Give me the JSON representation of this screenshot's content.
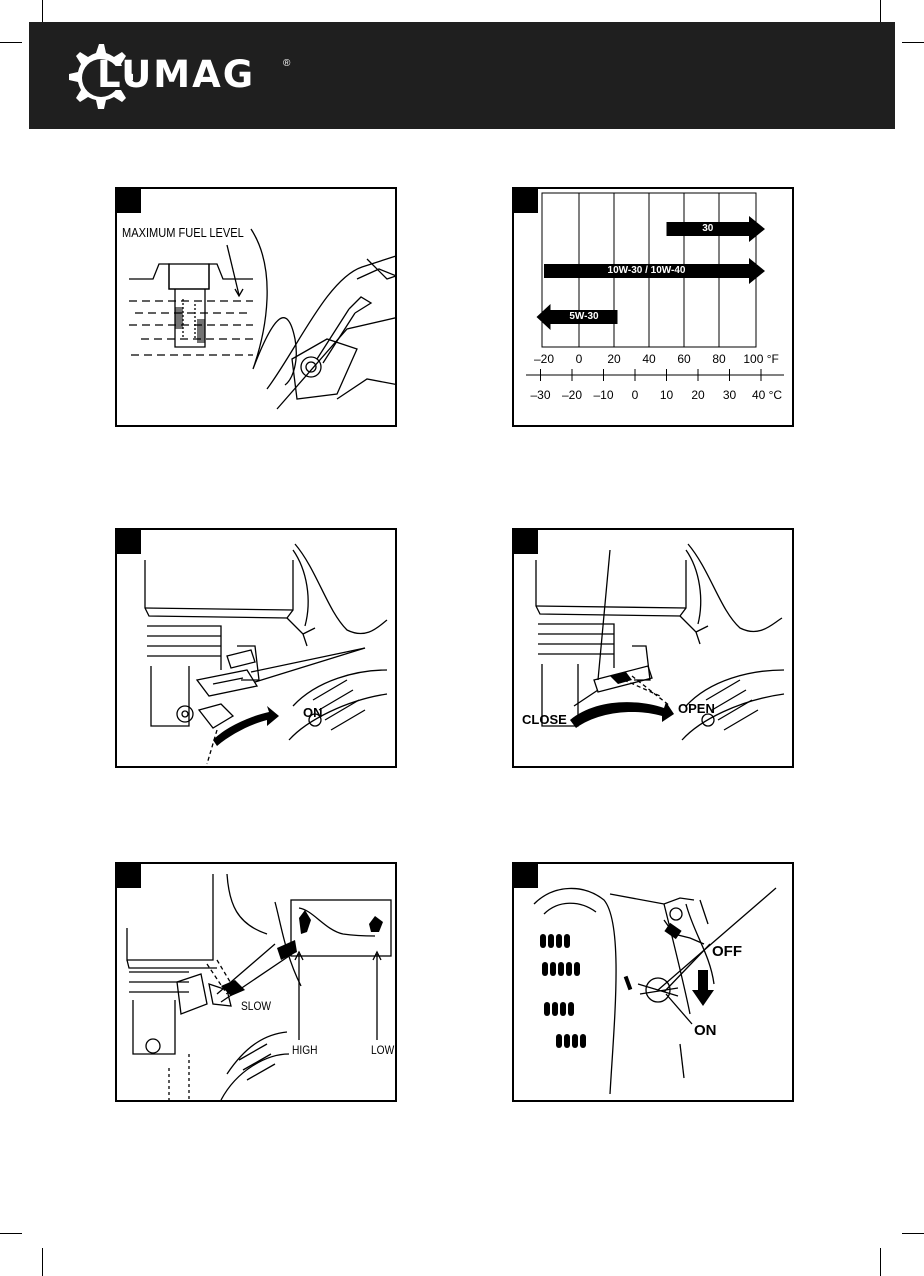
{
  "brand": {
    "name": "LUMAG",
    "registered": "®"
  },
  "panels": [
    {
      "id": 1,
      "labels": [
        "MAXIMUM FUEL LEVEL"
      ]
    },
    {
      "id": 2,
      "labels": []
    },
    {
      "id": 3,
      "labels": [
        "ON"
      ]
    },
    {
      "id": 4,
      "labels": [
        "CLOSE",
        "OPEN"
      ]
    },
    {
      "id": 5,
      "labels": [
        "SLOW",
        "HIGH",
        "LOW"
      ]
    },
    {
      "id": 6,
      "labels": [
        "OFF",
        "ON"
      ]
    }
  ],
  "chart_data": {
    "type": "bar",
    "title": "",
    "bars": [
      {
        "name": "30",
        "from_f": 50,
        "to_f": 104,
        "arrow": "right"
      },
      {
        "name": "10W-30 / 10W-40",
        "from_f": -20,
        "to_f": 104,
        "arrow": "right"
      },
      {
        "name": "5W-30",
        "from_f": -22,
        "to_f": 22,
        "arrow": "left"
      }
    ],
    "fahrenheit_ticks": [
      "-20",
      "0",
      "20",
      "40",
      "60",
      "80",
      "100"
    ],
    "fahrenheit_unit": "°F",
    "celsius_ticks": [
      "-30",
      "-20",
      "-10",
      "0",
      "10",
      "20",
      "30",
      "40"
    ],
    "celsius_unit": "°C",
    "xlim_f": [
      -22,
      104
    ],
    "grid": true
  },
  "colors": {
    "header_bg": "#1f1f1f",
    "ink": "#000000",
    "paper": "#ffffff"
  }
}
